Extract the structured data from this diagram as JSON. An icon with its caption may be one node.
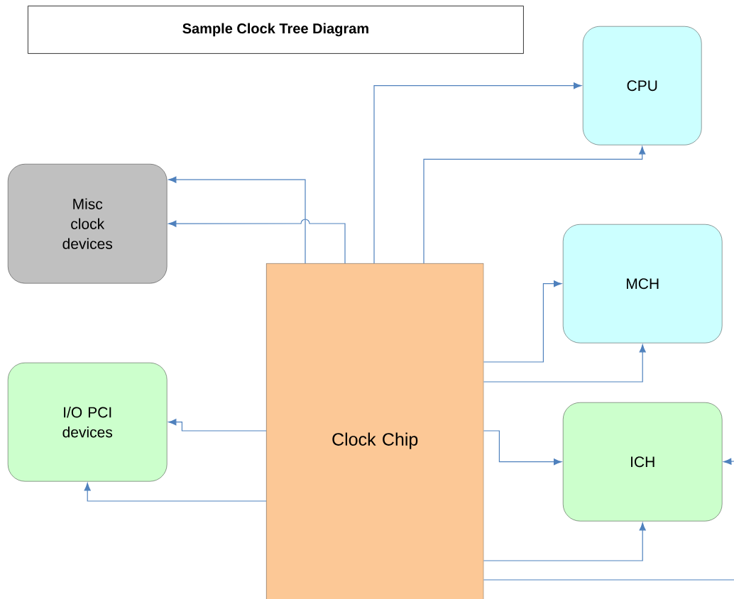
{
  "diagram": {
    "title": "Sample Clock Tree Diagram",
    "nodes": [
      {
        "text": [
          "CPU"
        ]
      },
      {
        "text": [
          "Misc clock devices"
        ]
      },
      {
        "text": [
          "MCH"
        ]
      },
      {
        "text": [
          "Clock Chip"
        ]
      },
      {
        "text": [
          "I/O PCI devices"
        ]
      },
      {
        "text": [
          "ICH"
        ]
      }
    ],
    "edges": [
      {
        "from": 3,
        "to": 0,
        "arrow": "to"
      },
      {
        "from": 3,
        "to": 0,
        "arrow": "to"
      },
      {
        "from": 3,
        "to": 1,
        "arrow": "to"
      },
      {
        "from": 3,
        "to": 1,
        "arrow": "to"
      },
      {
        "from": 3,
        "to": 2,
        "arrow": "to"
      },
      {
        "from": 3,
        "to": 2,
        "arrow": "to"
      },
      {
        "from": 3,
        "to": 4,
        "arrow": "to"
      },
      {
        "from": 3,
        "to": 4,
        "arrow": "to"
      },
      {
        "from": 3,
        "to": 5,
        "arrow": "to"
      },
      {
        "from": 3,
        "to": 5,
        "arrow": "to"
      },
      {
        "from": 3,
        "to": null,
        "arrow": "none"
      },
      {
        "from": null,
        "to": 5,
        "arrow": "to"
      }
    ]
  }
}
